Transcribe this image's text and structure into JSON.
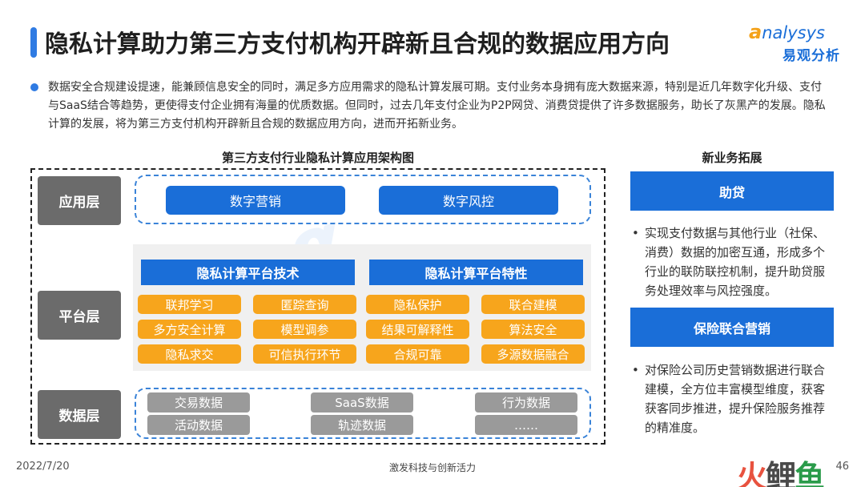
{
  "colors": {
    "accent": "#2f7be3",
    "blue_dark": "#1a6ed8",
    "layer_gray": "#6b6b6b",
    "chip_orange": "#f7a51c",
    "data_gray": "#9a9a9a"
  },
  "title": "隐私计算助力第三方支付机构开辟新且合规的数据应用方向",
  "logo": {
    "en_first": "a",
    "en_rest": "nalysys",
    "cn": "易观分析"
  },
  "intro": "数据安全合规建设提速，能兼顾信息安全的同时，满足多方应用需求的隐私计算发展可期。支付业务本身拥有庞大数据来源，特别是近几年数字化升级、支付与SaaS结合等趋势，更使得支付企业拥有海量的优质数据。但同时，过去几年支付企业为P2P网贷、消费贷提供了许多数据服务，助长了灰黑产的发展。隐私计算的发展，将为第三方支付机构开辟新且合规的数据应用方向，进而开拓新业务。",
  "diagram": {
    "title": "第三方支付行业隐私计算应用架构图",
    "app_layer": {
      "label": "应用层",
      "items": [
        "数字营销",
        "数字风控"
      ]
    },
    "platform_layer": {
      "label": "平台层",
      "tech_title": "隐私计算平台技术",
      "tech_items": [
        "联邦学习",
        "匿踪查询",
        "多方安全计算",
        "模型调参",
        "隐私求交",
        "可信执行环节"
      ],
      "feature_title": "隐私计算平台特性",
      "feature_items": [
        "隐私保护",
        "联合建模",
        "结果可解释性",
        "算法安全",
        "合规可靠",
        "多源数据融合"
      ]
    },
    "data_layer": {
      "label": "数据层",
      "items": [
        "交易数据",
        "SaaS数据",
        "行为数据",
        "活动数据",
        "轨迹数据",
        "……"
      ]
    }
  },
  "right": {
    "title": "新业务拓展",
    "blocks": [
      {
        "head": "助贷",
        "bullet": "•",
        "text": "实现支付数据与其他行业（社保、消费）数据的加密互通，形成多个行业的联防联控机制，提升助贷服务处理效率与风控强度。"
      },
      {
        "head": "保险联合营销",
        "bullet": "•",
        "text": "对保险公司历史营销数据进行联合建模，全方位丰富模型维度，获客获客同步推进，提升保险服务推荐的精准度。"
      }
    ]
  },
  "footer": {
    "date": "2022/7/20",
    "slogan": "激发科技与创新活力",
    "page": "46",
    "corner_logo": [
      "火",
      "鲤",
      "鱼"
    ]
  }
}
